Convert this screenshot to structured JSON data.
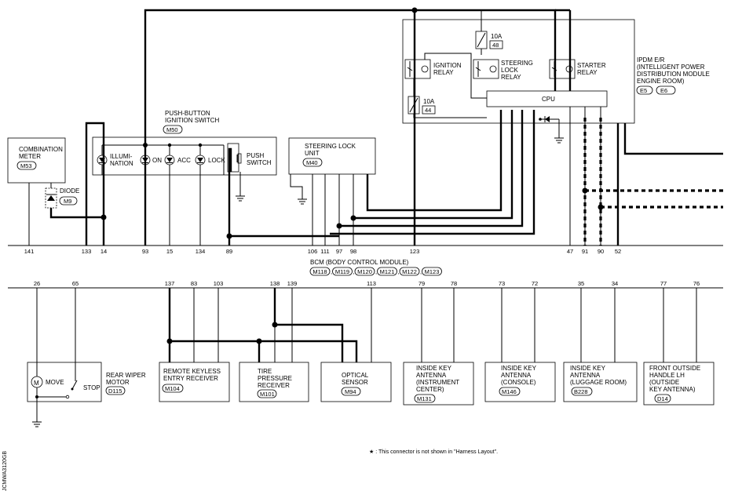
{
  "bcm": {
    "title": "BCM (BODY CONTROL MODULE)",
    "connectors": [
      "M118",
      "M119",
      "M120",
      "M121",
      "M122",
      "M123"
    ],
    "top_pins": [
      "141",
      "133",
      "14",
      "93",
      "15",
      "134",
      "89",
      "106",
      "111",
      "97",
      "98",
      "123",
      "47",
      "91",
      "90",
      "52"
    ],
    "bottom_pins": [
      "26",
      "65",
      "137",
      "83",
      "103",
      "138",
      "139",
      "113",
      "79",
      "78",
      "73",
      "72",
      "35",
      "34",
      "77",
      "76"
    ]
  },
  "combination_meter": {
    "lines": [
      "COMBINATION",
      "METER"
    ],
    "connector": "M53"
  },
  "diode": {
    "label": "DIODE",
    "connector": "M9"
  },
  "push_button_switch": {
    "lines": [
      "PUSH-BUTTON",
      "IGNITION SWITCH"
    ],
    "connector": "M50",
    "lamps": [
      [
        "ILLUMI-",
        "NATION"
      ],
      [
        "ON"
      ],
      [
        "ACC"
      ],
      [
        "LOCK"
      ]
    ],
    "push_switch": [
      "PUSH",
      "SWITCH"
    ]
  },
  "steering_lock_unit": {
    "lines": [
      "STEERING LOCK",
      "UNIT"
    ],
    "connector": "M40"
  },
  "ipdm": {
    "lines": [
      "IPDM E/R",
      "(INTELLIGENT POWER",
      "DISTRIBUTION MODULE",
      "ENGINE ROOM)"
    ],
    "connectors": [
      "E5",
      "E6"
    ],
    "fuses": [
      {
        "amps": "10A",
        "num": "48"
      },
      {
        "amps": "10A",
        "num": "44"
      }
    ],
    "relays": [
      [
        "IGNITION",
        "RELAY"
      ],
      [
        "STEERING",
        "LOCK",
        "RELAY"
      ],
      [
        "STARTER",
        "RELAY"
      ]
    ],
    "cpu": "CPU"
  },
  "bottom_components": [
    {
      "lines": [
        "REAR WIPER",
        "MOTOR"
      ],
      "connector": "D115",
      "move": "MOVE",
      "stop": "STOP"
    },
    {
      "lines": [
        "REMOTE KEYLESS",
        "ENTRY RECEIVER"
      ],
      "connector": "M104"
    },
    {
      "lines": [
        "TIRE",
        "PRESSURE",
        "RECEIVER"
      ],
      "connector": "M101"
    },
    {
      "lines": [
        "OPTICAL",
        "SENSOR"
      ],
      "connector": "M94"
    },
    {
      "lines": [
        "INSIDE KEY",
        "ANTENNA",
        "(INSTRUMENT",
        "CENTER)"
      ],
      "connector": "M131"
    },
    {
      "lines": [
        "INSIDE KEY",
        "ANTENNA",
        "(CONSOLE)"
      ],
      "connector": "M146"
    },
    {
      "lines": [
        "INSIDE KEY",
        "ANTENNA",
        "(LUGGAGE ROOM)"
      ],
      "connector": "B228"
    },
    {
      "lines": [
        "FRONT OUTSIDE",
        "HANDLE LH",
        "(OUTSIDE",
        "KEY ANTENNA)"
      ],
      "connector": "D14"
    }
  ],
  "footnote": "★ : This connector is not shown in \"Harness Layout\".",
  "side_code": "JCMWA3120GB"
}
